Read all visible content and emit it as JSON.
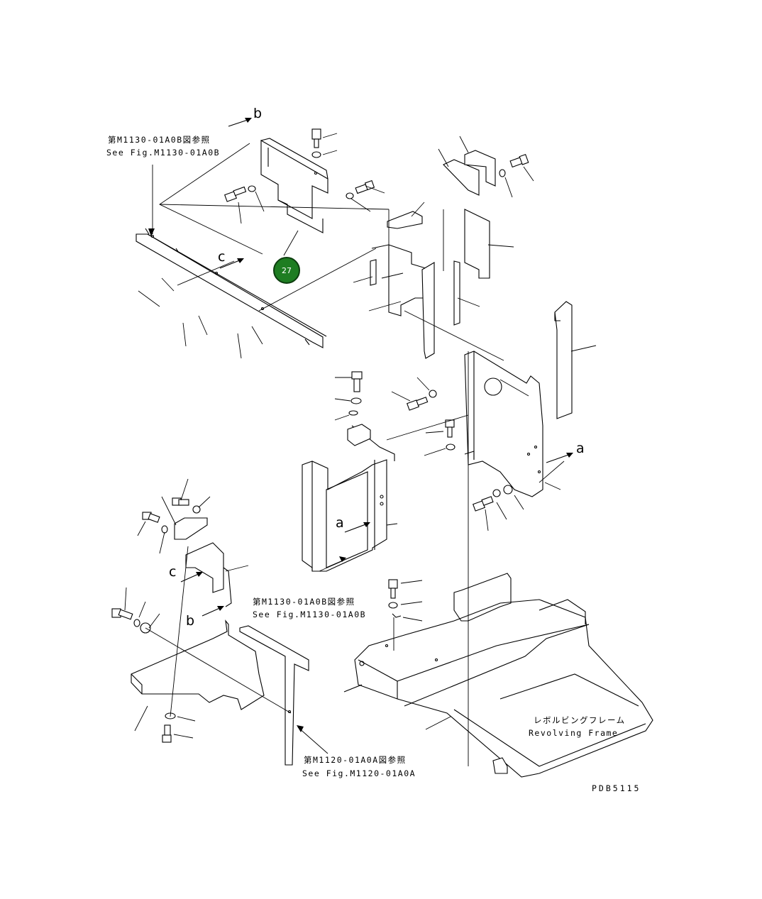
{
  "references": {
    "ref_top_jp": "第M1130-01A0B図参照",
    "ref_top_en": "See Fig.M1130-01A0B",
    "ref_mid_jp": "第M1130-01A0B図参照",
    "ref_mid_en": "See Fig.M1130-01A0B",
    "ref_bottom_jp": "第M1120-01A0A図参照",
    "ref_bottom_en": "See Fig.M1120-01A0A"
  },
  "frame_label": {
    "jp": "レボルビングフレーム",
    "en": "Revolving Frame"
  },
  "view_letters": {
    "b_top": "b",
    "c_top": "c",
    "a_right": "a",
    "a_mid": "a",
    "c_left": "c",
    "b_left": "b"
  },
  "highlighted_part": {
    "number": "27",
    "color": "#1e7d22"
  },
  "drawing_code": "PDB5115"
}
